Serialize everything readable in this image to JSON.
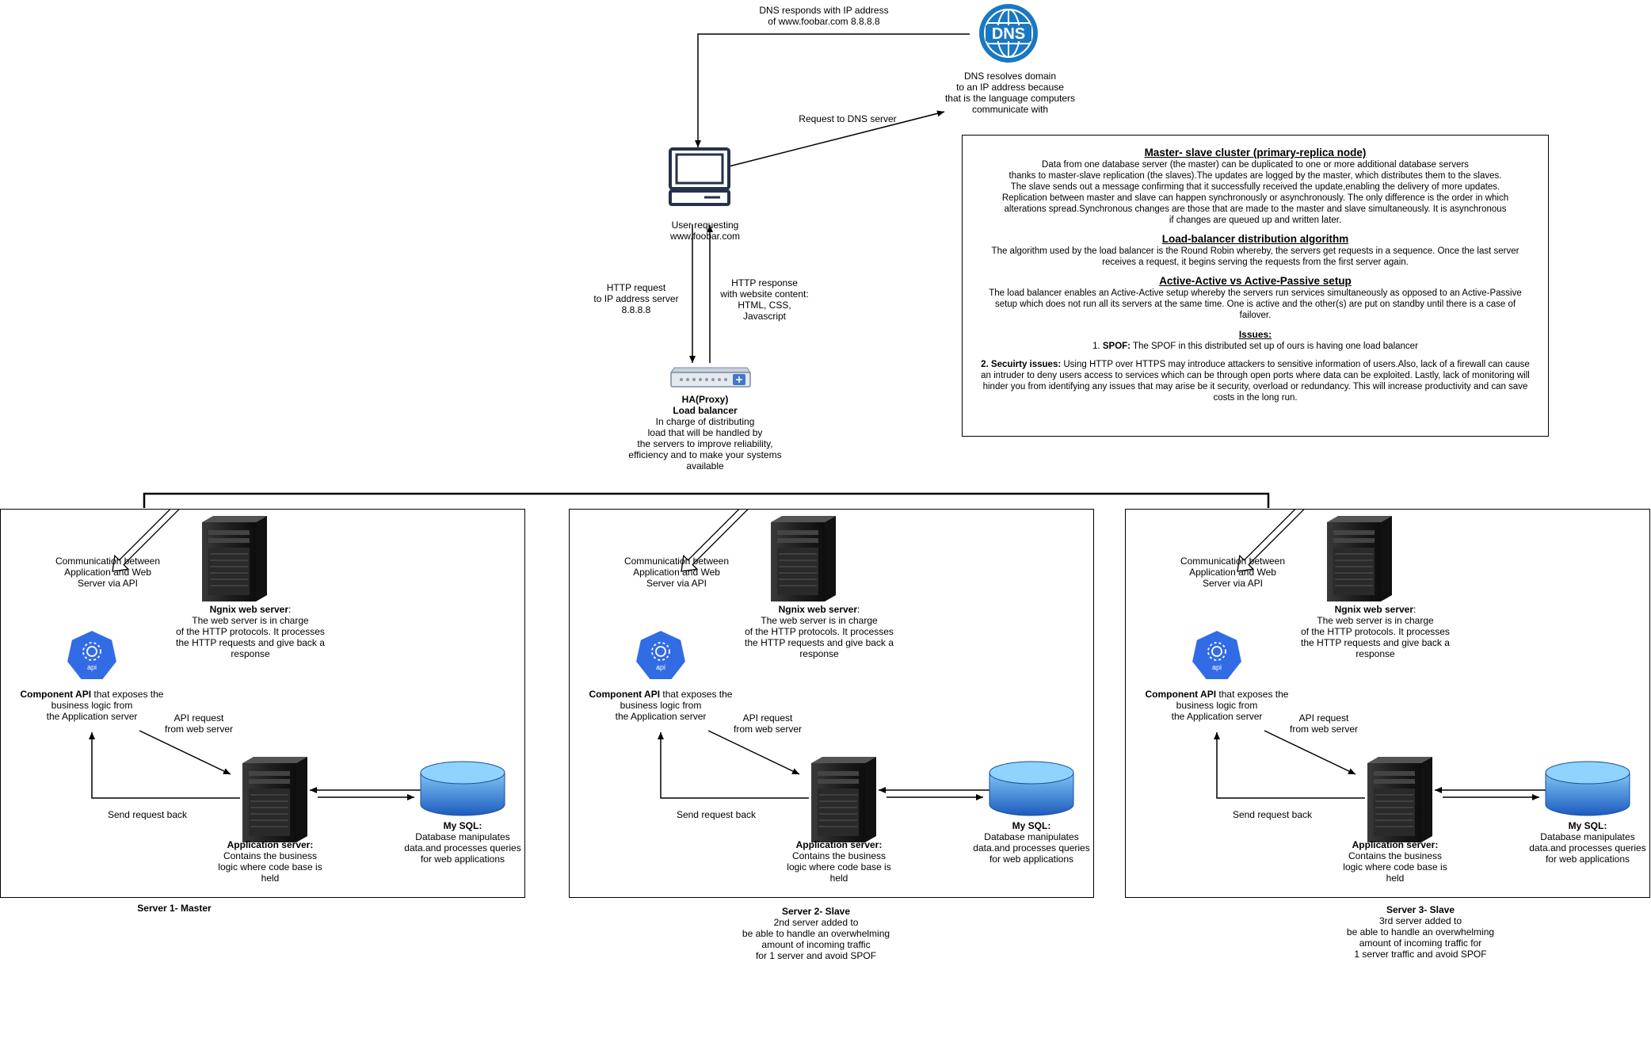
{
  "dns": {
    "responds_label": "DNS responds with IP address\nof www.foobar.com 8.8.8.8",
    "resolves_label": "DNS resolves domain\nto an IP address because\nthat is the language computers\ncommunicate with",
    "icon_text": "DNS",
    "request_label": "Request to DNS server"
  },
  "user": {
    "label": "User requesting\nwww.foobar.com"
  },
  "http": {
    "request_label": "HTTP request\nto IP address server\n8.8.8.8",
    "response_label": "HTTP response\nwith website content:\nHTML, CSS,\nJavascript"
  },
  "load_balancer": {
    "title": "HA(Proxy)\nLoad balancer",
    "description": "In charge of distributing\nload that will be handled by\nthe servers to improve reliability,\nefficiency and to make your systems\navailable"
  },
  "info_box": {
    "master_slave_heading": "Master- slave cluster (primary-replica node)",
    "master_slave_text": "Data from one database server (the master) can be duplicated to one or more additional database servers\nthanks to master-slave replication (the slaves).The updates are logged by the master, which distributes them to the slaves.\nThe slave sends out a message confirming that it successfully received the update,enabling the delivery of more updates.\nReplication between master and slave can happen synchronously or asynchronously. The only difference is the order in which\nalterations spread.Synchronous changes are those that are made to the master and slave simultaneously. It is asynchronous\nif changes are queued up and written later.",
    "lb_heading": "Load-balancer distribution algorithm",
    "lb_text": "The algorithm used by the load balancer is the Round Robin whereby, the servers get requests in a sequence. Once the last server\nreceives a request, it begins serving the requests from the first server again.",
    "aa_heading": "Active-Active vs Active-Passive setup",
    "aa_text": "The load balancer enables an Active-Active setup whereby the servers run services simultaneously as opposed to an Active-Passive\nsetup which does not run all its servers at the same time. One is active and the other(s) are put on standby until there is a case of\nfailover.",
    "issues_heading": "Issues:",
    "spof_prefix": "1. ",
    "spof_bold": "SPOF:",
    "spof_text": " The SPOF in this distributed set up of ours is having one load balancer",
    "security_bold": "2. Secuirty issues:",
    "security_text": " Using HTTP over HTTPS may introduce attackers to sensitive information of users.Also, lack of a firewall can cause\nan intruder to deny users access to services which can be through open ports where data can be exploited. Lastly, lack of monitoring will\nhinder you from identifying any issues that may arise be it security, overload or redundancy. This will increase productivity and can save\ncosts in the long run."
  },
  "server_panel": {
    "comm_label": "Communication between\nApplication and Web\nServer via API",
    "nginx_title": "Ngnix web server",
    "nginx_colon": ":",
    "nginx_desc": "The web server is in charge\nof the HTTP protocols. It processes\nthe HTTP requests and give back a\nresponse",
    "api_icon_text": "api",
    "api_title": "Component API",
    "api_rest": " that exposes the",
    "api_desc": "business logic from\nthe Application server",
    "api_request_label": "API request\nfrom web server",
    "send_back_label": "Send request back",
    "app_title": "Application server:",
    "app_desc": "Contains the business\nlogic where code base is\nheld",
    "mysql_title": "My SQL:",
    "mysql_desc": "Database manipulates\ndata.and processes queries\nfor web applications"
  },
  "captions": [
    {
      "title": "Server 1- Master",
      "desc": ""
    },
    {
      "title": "Server 2- Slave",
      "desc": "2nd server added to\nbe able to handle an overwhelming\namount of incoming traffic\nfor 1 server and avoid SPOF"
    },
    {
      "title": "Server 3- Slave",
      "desc": "3rd server added to\nbe able to handle an overwhelming\namount of incoming traffic for\n1 server traffic and avoid SPOF"
    }
  ],
  "colors": {
    "dns_blue": "#1a78c2",
    "api_blue": "#326ce5",
    "db_blue": "#1d6fd1",
    "server_dark": "#1f1f1f"
  }
}
